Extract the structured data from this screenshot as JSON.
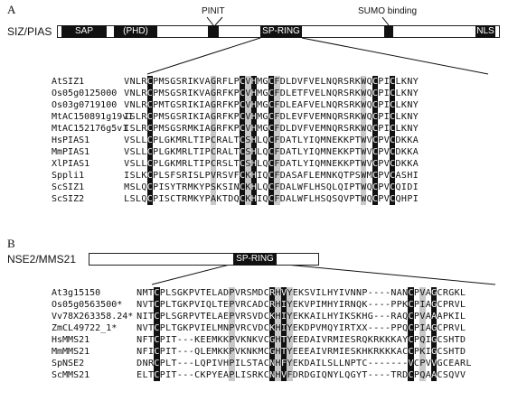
{
  "panel_a": {
    "letter": "A",
    "protein": "SIZ/PIAS",
    "domains": {
      "sap": "SAP",
      "phd": "(PHD)",
      "sp_ring": "SP-RING",
      "nls": "NLS"
    },
    "annotations": {
      "pinit": "PINIT",
      "sumo": "SUMO binding"
    },
    "sequences": [
      {
        "name": "AtSIZ1",
        "seq": "VNLRCPMSGSRIKVAGRFLPCVHMGCFDLDVFVELNQRSRKWQCPICLKNY"
      },
      {
        "name": "Os05g0125000",
        "seq": "VNLRCPMSGSRIKVAGRFKPCVHMGCFDLETFVELNQRSRKWQCPICLKNY"
      },
      {
        "name": "Os03g0719100",
        "seq": "VNLRCPMTGSRIKIAGRFKPCVHMGCFDLEAFVELNQRSRKWQCPICLKNY"
      },
      {
        "name": "MtAC150891g19v1",
        "seq": "ISLRCPMSGSRIKIAGRFKPCVHMGCFDLEVFVEMNQRSRKWQCPICLKNY"
      },
      {
        "name": "MtAC152176g5v1",
        "seq": "ISLRCPMSGSRMKIAGRFKPCVHMGCFDLDVFVEMNQRSRKWQCPICLKNY"
      },
      {
        "name": "HsPIAS1",
        "seq": "VSLLCPLGKMRLTIPCRALTCSHLQCFDATLYIQMNEKKPTWVCPVCDKKA"
      },
      {
        "name": "MmPIAS1",
        "seq": "VSLLCPLGKMRLTIPCRALTCSHLQCFDATLYIQMNEKKPTWVCPVCDKKA"
      },
      {
        "name": "XlPIAS1",
        "seq": "VSLLCPLGKMRLTIPCRSLTCSHLQCFDATLYIQMNEKKPTWVCPVCDKKA"
      },
      {
        "name": "Sppli1",
        "seq": "ISLKCPLSFSRISLPVRSVFCKHIQCFDASAFLEMNKQTPSWMCPVCASHI"
      },
      {
        "name": "ScSIZ1",
        "seq": "MSLQCPISYTRMKYPSKSINCKHLQCFDALWFLHSQLQIPTWQCPVCQIDI"
      },
      {
        "name": "ScSIZ2",
        "seq": "LSLQCPISCTRMKYPAKTDQCKHIQCFDALWFLHSQSQVPTWQCPVCQHPI"
      }
    ]
  },
  "panel_b": {
    "letter": "B",
    "protein": "NSE2/MMS21",
    "domains": {
      "sp_ring": "SP-RING"
    },
    "sequences": [
      {
        "name": "At3g15150",
        "seq": "NMTCPLSGKPVTELADPVRSMDCRHVYEKSVILHYIVNNP----NANCPVAGCRGKL"
      },
      {
        "name": "Os05g0563500*",
        "seq": "NVTCPLTGKPVIQLTEPVRCADCRHIYEKVPIMHYIRNQK----PPKCPIAGCPRVL"
      },
      {
        "name": "Vv78X263358.24*",
        "seq": "NITCPLSGRPVTELAEPVRSVDCKHIYEKKAILHYIKSKHG---RAQCPVAAAPKIL"
      },
      {
        "name": "ZmCL49722_1*",
        "seq": "NVTCPLTGKPVIELMNPVRCVDCKHIYEKDPVMQYIRTXX----PPQCPIAGCPRVL"
      },
      {
        "name": "HsMMS21",
        "seq": "NFTCPIT---KEEMKKPVKNKVCGHTYEEDAIVRMIESRQKRKKKAYCPQIGCSHTD"
      },
      {
        "name": "MmMMS21",
        "seq": "NFICPIT---QLEMKKPVKNKMCGHTYEEEAIVRMIESKHKRKKKACCPKIGCSHTD"
      },
      {
        "name": "SpNSE2",
        "seq": "DNRCPLT---LQPIVHPILSTACNHFYEKDAILSLLNPTC-------VCPVVGCEARL"
      },
      {
        "name": "ScMMS21",
        "seq": "ELTCPIT---CKPYEAPLISRKCNHVFDRDGIQNYLQGYT----TRDCPQAACSQVV"
      }
    ]
  }
}
